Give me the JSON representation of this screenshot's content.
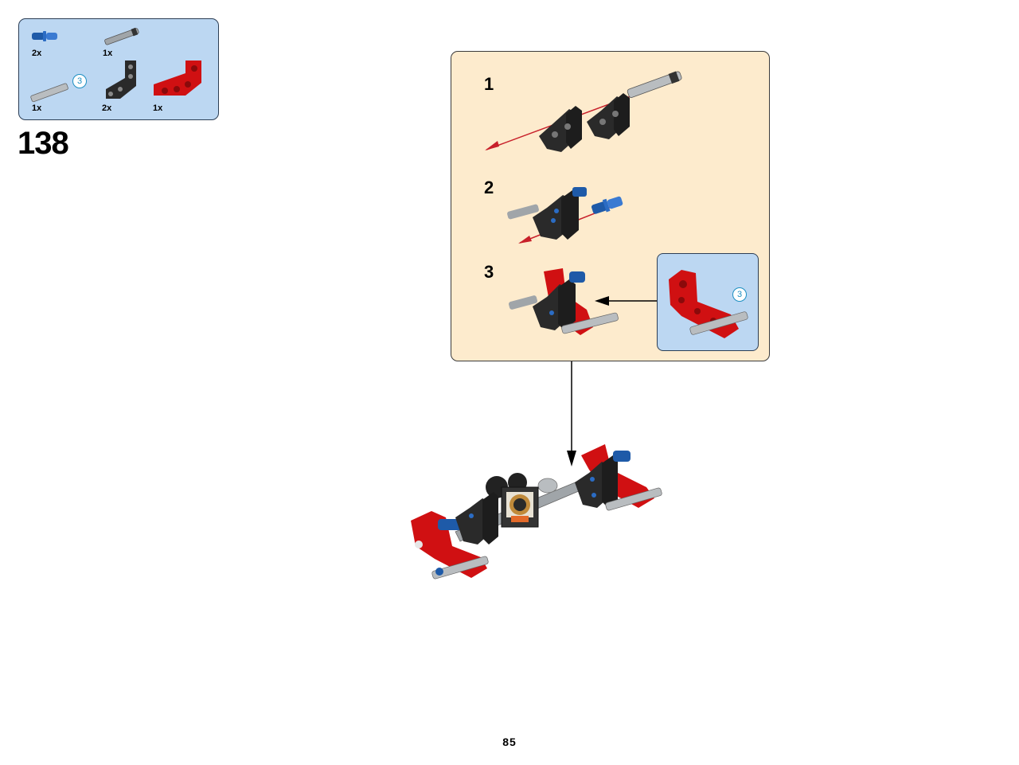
{
  "parts_list": {
    "items": [
      {
        "qty": "2x",
        "icon": "blue-pin-icon"
      },
      {
        "qty": "1x",
        "icon": "gray-axle-icon"
      },
      {
        "qty": "1x",
        "icon": "long-axle-icon",
        "badge": "3"
      },
      {
        "qty": "2x",
        "icon": "black-angled-beam-icon"
      },
      {
        "qty": "1x",
        "icon": "red-angled-beam-icon"
      }
    ]
  },
  "step": {
    "number": "138"
  },
  "sub_assembly": {
    "steps": [
      {
        "number": "1"
      },
      {
        "number": "2"
      },
      {
        "number": "3"
      }
    ],
    "callout_badge": "3"
  },
  "page": {
    "number": "85"
  },
  "colors": {
    "parts_bg": "#bcd7f2",
    "sub_bg": "#fdebcd",
    "red": "#d01012",
    "black": "#2a2a2a",
    "blue": "#1e5aa8",
    "gray": "#a0a5a9",
    "arrow_red": "#c8202a"
  }
}
